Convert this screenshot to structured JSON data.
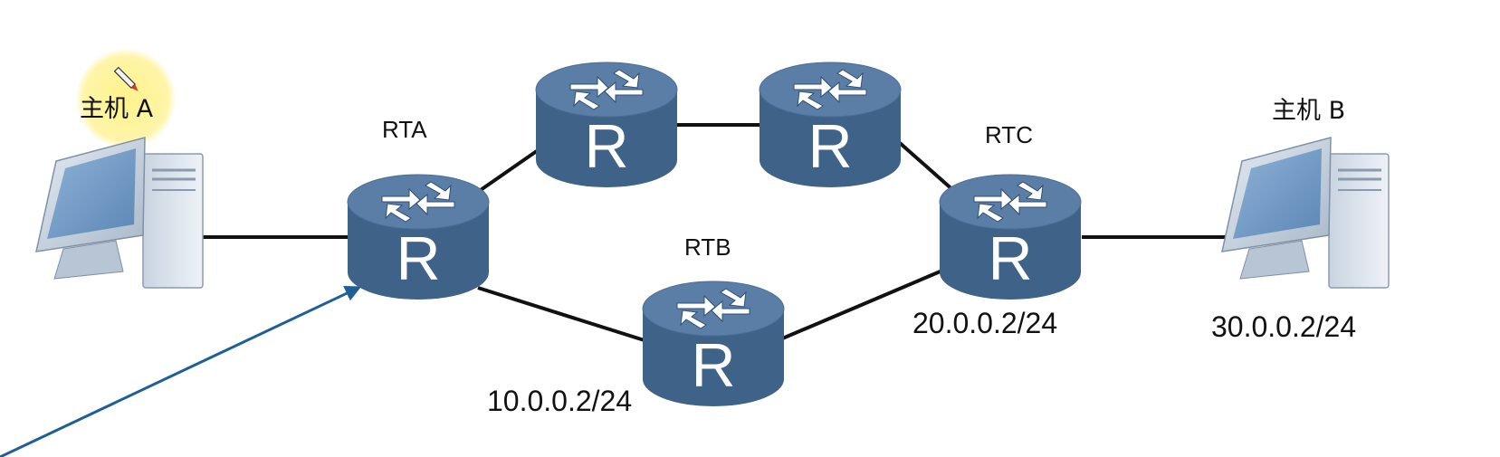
{
  "hosts": {
    "a": {
      "label": "主机 A"
    },
    "b": {
      "label": "主机 B",
      "ip": "30.0.0.2/24"
    }
  },
  "routers": {
    "rta": {
      "label": "RTA",
      "glyph": "R"
    },
    "rtb": {
      "label": "RTB",
      "glyph": "R",
      "ip": "10.0.0.2/24"
    },
    "rtc": {
      "label": "RTC",
      "glyph": "R",
      "ip": "20.0.0.2/24"
    },
    "top_left": {
      "glyph": "R"
    },
    "top_right": {
      "glyph": "R"
    }
  },
  "colors": {
    "router_top": "#5a7ea6",
    "router_side": "#3f6288",
    "router_glyph": "#ffffff",
    "link": "#111111",
    "annotation_arrow": "#1f5f96",
    "highlight": "#fff07a"
  },
  "icons": [
    "router-icon",
    "desktop-computer-icon",
    "pen-cursor-icon",
    "annotation-arrow"
  ]
}
